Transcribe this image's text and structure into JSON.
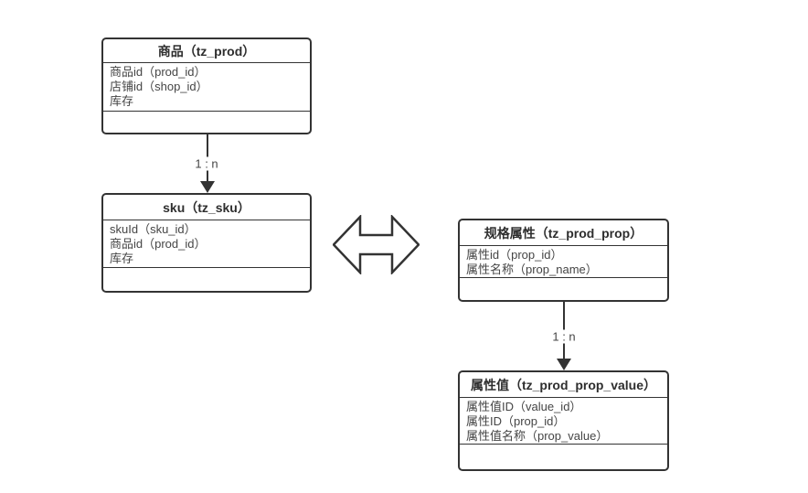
{
  "diagram_type": "er-diagram",
  "colors": {
    "background": "#ffffff",
    "line": "#333333",
    "text": "#454545"
  },
  "tables": [
    {
      "name": "tz_prod",
      "title": "商品（tz_prod）",
      "fields": [
        "商品id（prod_id）",
        "店铺id（shop_id）",
        "库存"
      ]
    },
    {
      "name": "tz_sku",
      "title": "sku（tz_sku）",
      "fields": [
        "skuId（sku_id）",
        "商品id（prod_id）",
        "库存"
      ]
    },
    {
      "name": "tz_prod_prop",
      "title": "规格属性（tz_prod_prop）",
      "fields": [
        "属性id（prop_id）",
        "属性名称（prop_name）"
      ]
    },
    {
      "name": "tz_prod_prop_value",
      "title": "属性值（tz_prod_prop_value）",
      "fields": [
        "属性值ID（value_id）",
        "属性ID（prop_id）",
        "属性值名称（prop_value）"
      ]
    }
  ],
  "relations": [
    {
      "from": "tz_prod",
      "to": "tz_sku",
      "label": "1 : n"
    },
    {
      "from": "tz_prod_prop",
      "to": "tz_prod_prop_value",
      "label": "1 : n"
    }
  ],
  "connector": {
    "icon": "double-headed-horizontal-arrow",
    "between": [
      "tz_sku",
      "tz_prod_prop"
    ]
  }
}
